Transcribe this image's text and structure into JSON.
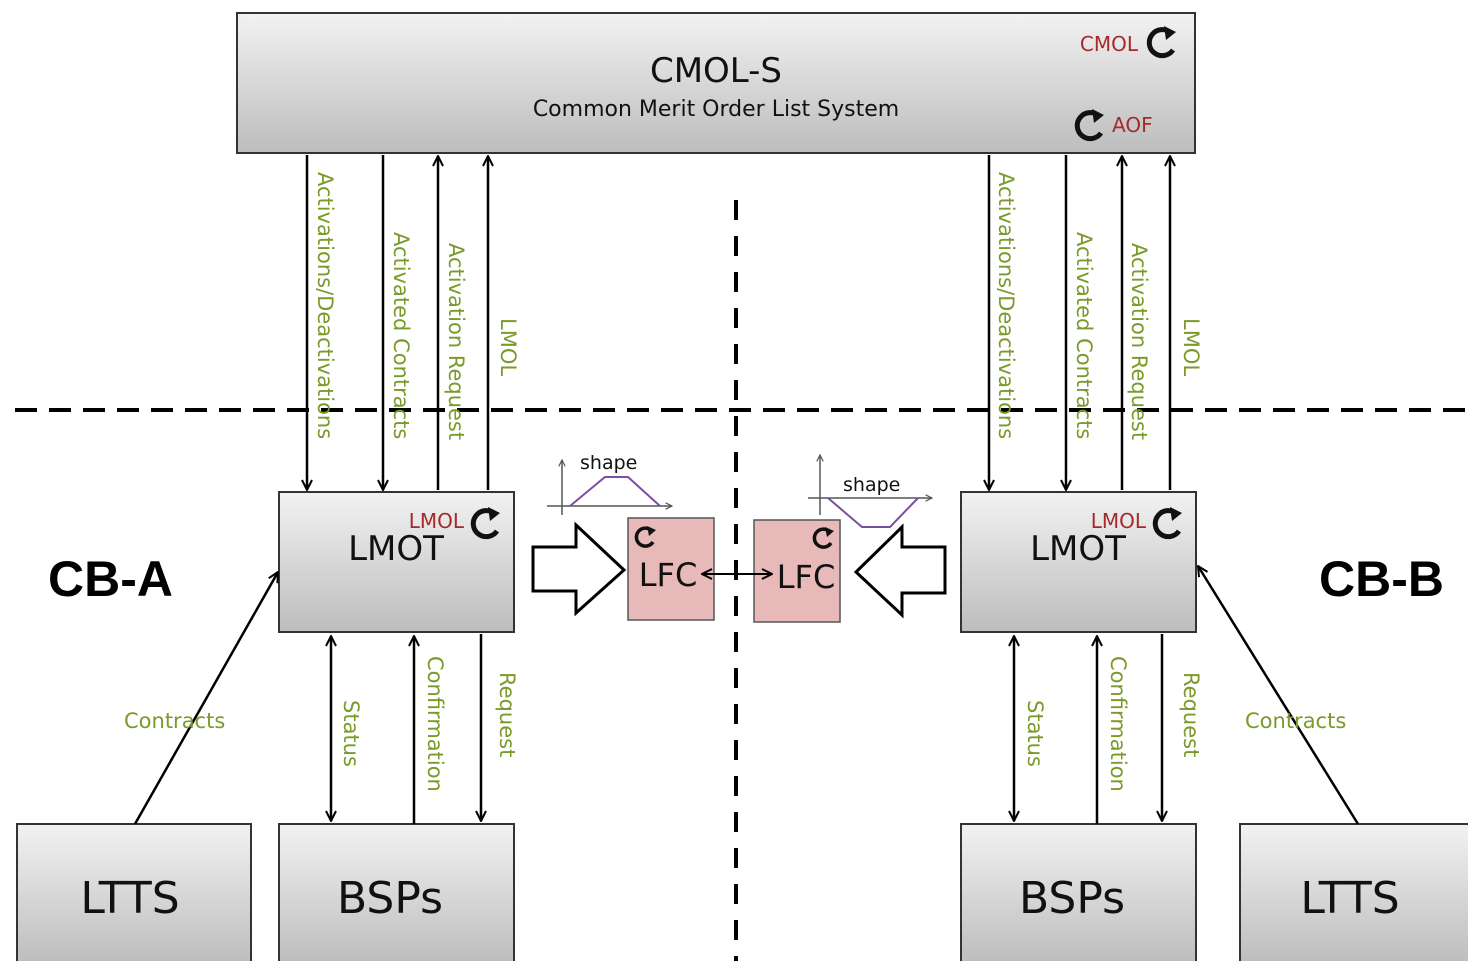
{
  "cmol_system": {
    "title": "CMOL-S",
    "subtitle": "Common Merit Order List System",
    "cmol_tag": "CMOL",
    "aof_tag": "AOF"
  },
  "zones": {
    "left": "CB-A",
    "right": "CB-B"
  },
  "uplink_labels": {
    "activations": "Activations/Deactivations",
    "contracts": "Activated Contracts",
    "request": "Activation Request",
    "lmol": "LMOL"
  },
  "lmot": {
    "title": "LMOT",
    "tag": "LMOL"
  },
  "lfc": {
    "title": "LFC",
    "shape_label": "shape"
  },
  "downlink_labels": {
    "contracts": "Contracts",
    "status": "Status",
    "confirmation": "Confirmation",
    "request": "Request"
  },
  "boxes": {
    "ltts": "LTTS",
    "bsps": "BSPs"
  },
  "colors": {
    "label_green": "#7a9a2a",
    "tag_red": "#a52a2a",
    "lfc_fill": "#e8b9b9",
    "box_gray": "#dcdcdc"
  }
}
